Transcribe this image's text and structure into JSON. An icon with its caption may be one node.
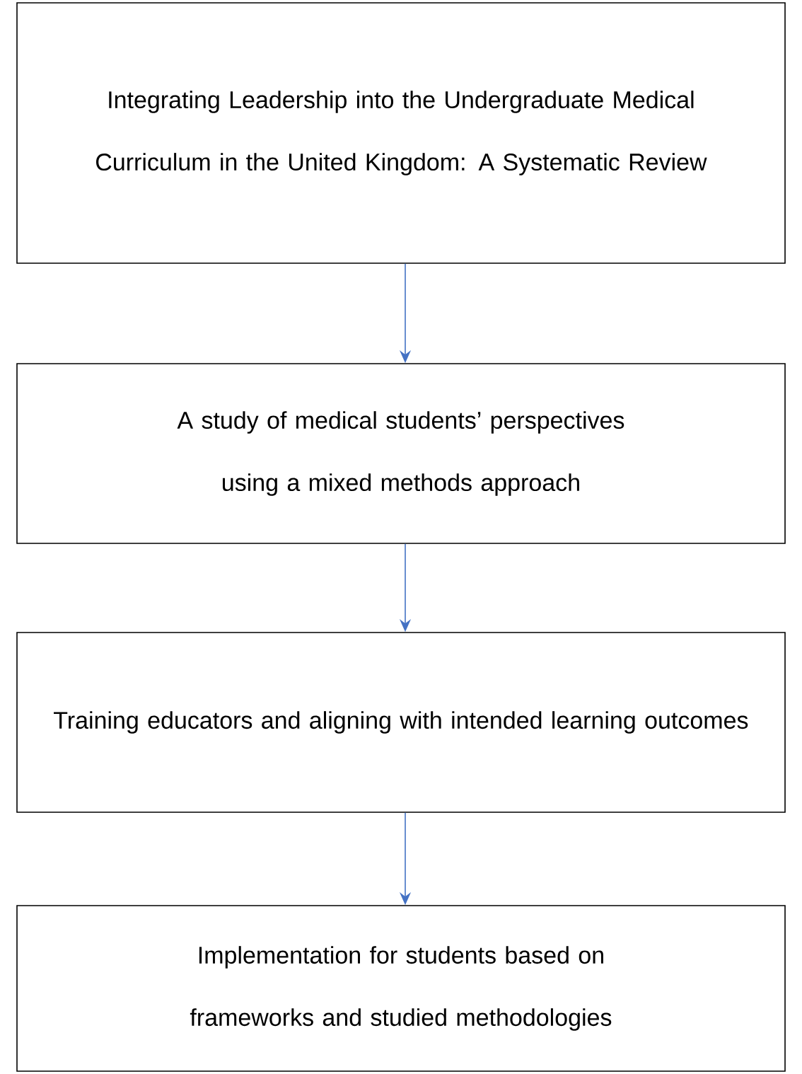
{
  "diagram": {
    "nodes": [
      {
        "text": [
          "Integrating Leadership into the Undergraduate Medical Curriculum in the United Kingdom: A Systematic Review"
        ]
      },
      {
        "text": [
          "A study of medical students’ perspectives using a mixed methods approach"
        ]
      },
      {
        "text": [
          "Training educators and aligning with intended learning outcomes"
        ]
      },
      {
        "text": [
          "Implementation for students based on frameworks and studied methodologies"
        ]
      }
    ],
    "edges": [
      {
        "from": 0,
        "to": 1,
        "arrow": "to"
      },
      {
        "from": 1,
        "to": 2,
        "arrow": "to"
      },
      {
        "from": 2,
        "to": 3,
        "arrow": "to"
      }
    ]
  }
}
